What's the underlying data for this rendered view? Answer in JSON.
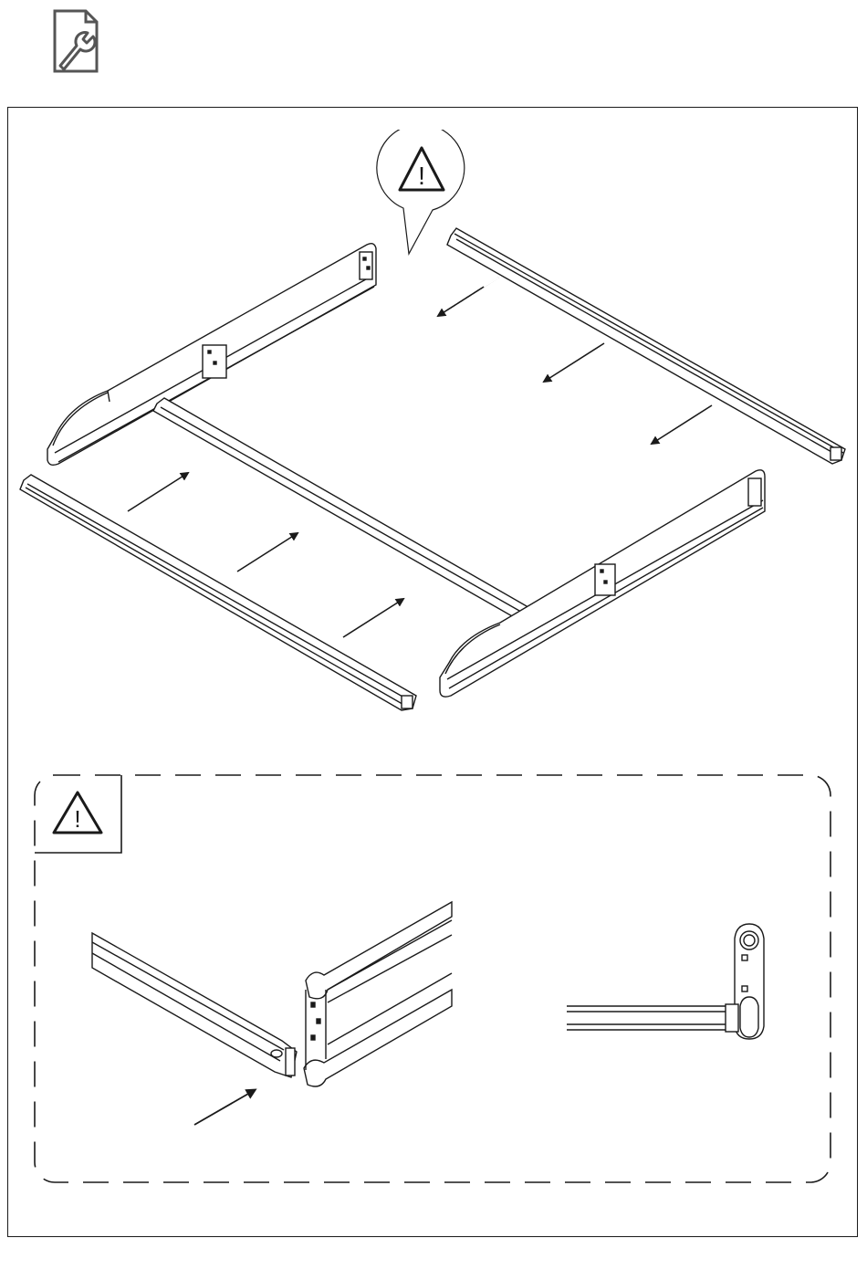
{
  "page": {
    "header_icon": "wrench-document-icon",
    "main_icon": "warning-triangle-icon",
    "detail_icon": "warning-triangle-icon",
    "line_color": "#1a1a1a",
    "background_color": "#ffffff"
  },
  "main_view": {
    "caution_symbol": "!",
    "arrows_toward_back_rail": 3,
    "arrows_toward_front_rail": 3
  },
  "detail_view": {
    "caution_symbol": "!",
    "insert_arrows": 1
  }
}
